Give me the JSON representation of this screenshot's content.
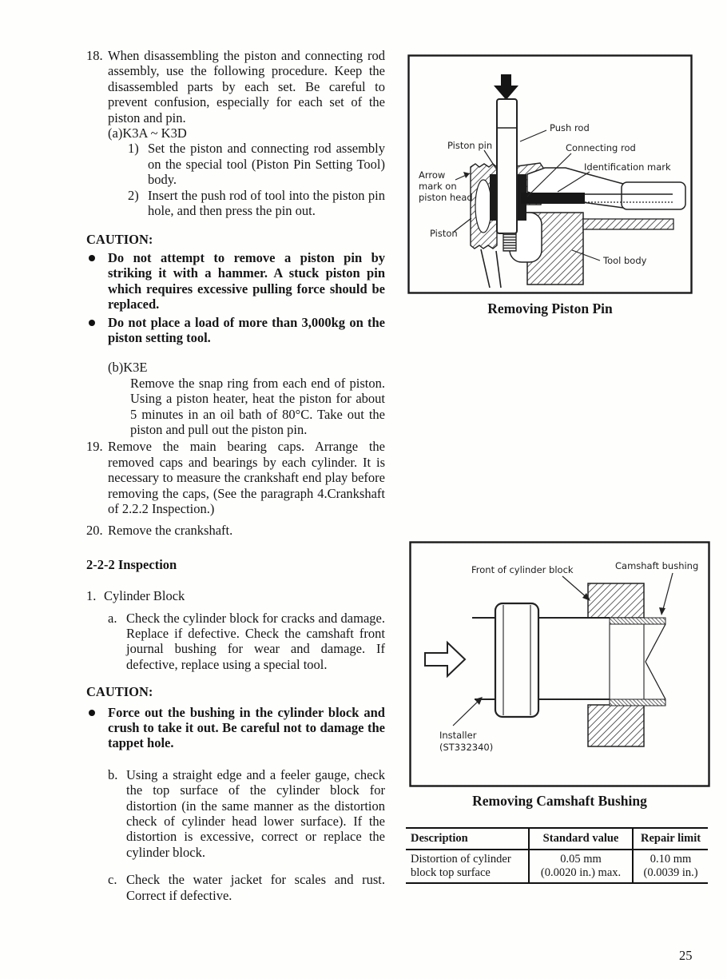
{
  "page": {
    "number": "25"
  },
  "article": {
    "item18": {
      "num": "18.",
      "text": "When disassembling the piston and connecting rod assembly, use the following procedure. Keep the disassembled parts by each set. Be careful to prevent confusion, especially for each set of the piston and pin."
    },
    "item18a": {
      "label": "(a)K3A ~ K3D"
    },
    "item18a1": {
      "num": "1)",
      "text": "Set the piston and connecting rod assembly on the special tool (Piston Pin Setting Tool) body."
    },
    "item18a2": {
      "num": "2)",
      "text": "Insert the push rod of tool into the piston pin hole, and then press the pin out."
    },
    "caution1": {
      "title": "CAUTION:",
      "bullet1": "Do not attempt to remove a piston pin by striking it with a hammer. A stuck piston pin which requires excessive pulling force should be replaced.",
      "bullet2": "Do not place a load of more than 3,000kg on the piston setting tool."
    },
    "item18b": {
      "label": "(b)K3E",
      "text": "Remove the snap ring from each end of piston. Using a piston heater, heat the piston for about 5 minutes in an oil bath of 80°C. Take out the piston and pull out the piston pin."
    },
    "item19": {
      "num": "19.",
      "text": "Remove the main bearing caps. Arrange the removed caps and bearings by each cylinder. It is necessary to measure the crankshaft end play before removing the caps, (See the paragraph 4.Crankshaft of 2.2.2  Inspection.)"
    },
    "item20": {
      "num": "20.",
      "text": "Remove the crankshaft."
    },
    "section": {
      "heading": "2-2-2 Inspection"
    },
    "item1": {
      "num": "1.",
      "text": "Cylinder Block"
    },
    "item1a": {
      "num": "a.",
      "text": "Check the cylinder block for cracks and damage. Replace if defective. Check the camshaft front journal bushing for wear and damage. If defective, replace using a special tool."
    },
    "caution2": {
      "title": "CAUTION:",
      "bullet1": "Force out the bushing in the cylinder block and crush to take it out. Be careful not to damage the tappet hole."
    },
    "item1b": {
      "num": "b.",
      "text": "Using a straight edge and a feeler gauge, check the top surface of the cylinder block for distortion (in the same manner as the distortion check of cylinder head lower surface). If the distortion is excessive, correct or replace the cylinder block."
    },
    "item1c": {
      "num": "c.",
      "text": "Check the water jacket for scales and rust. Correct if defective."
    }
  },
  "figure1": {
    "caption": "Removing Piston Pin",
    "labels": {
      "push_rod": "Push rod",
      "piston_pin": "Piston pin",
      "connecting_rod": "Connecting rod",
      "identification_mark": "Identification mark",
      "arrow_mark_l1": "Arrow",
      "arrow_mark_l2": "mark on",
      "arrow_mark_l3": "piston head",
      "piston": "Piston",
      "tool_body": "Tool body"
    }
  },
  "figure2": {
    "caption": "Removing Camshaft Bushing",
    "labels": {
      "front_of_cylinder_block": "Front of cylinder block",
      "camshaft_bushing": "Camshaft bushing",
      "installer_l1": "Installer",
      "installer_l2": "(ST332340)"
    }
  },
  "spec_table": {
    "headers": [
      "Description",
      "Standard value",
      "Repair limit"
    ],
    "rows": [
      [
        "Distortion of cylinder\nblock top surface",
        "0.05 mm\n(0.0020 in.) max.",
        "0.10 mm\n(0.0039 in.)"
      ]
    ]
  }
}
